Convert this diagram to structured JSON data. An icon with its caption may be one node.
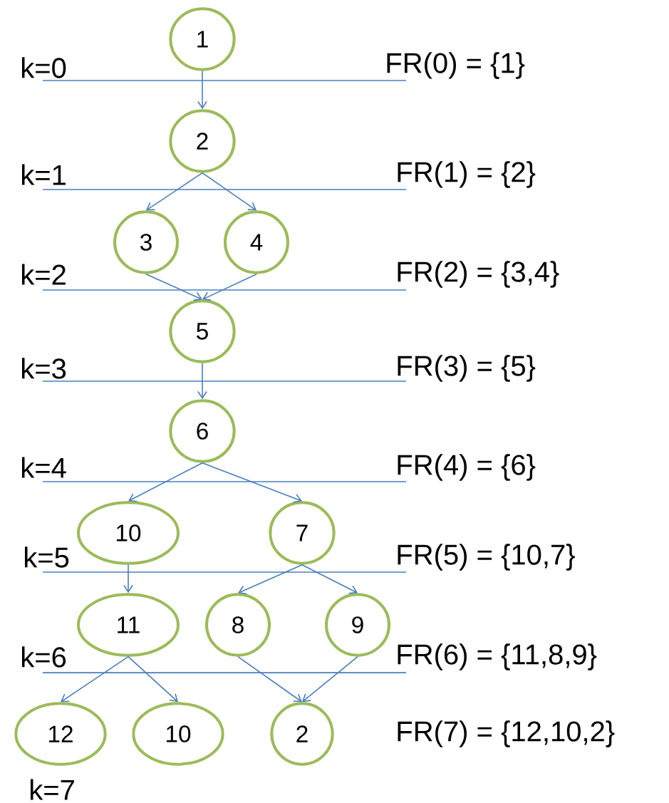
{
  "diagram": {
    "nodes": [
      {
        "text": [
          "1"
        ]
      },
      {
        "text": [
          "2"
        ]
      },
      {
        "text": [
          "3"
        ]
      },
      {
        "text": [
          "4"
        ]
      },
      {
        "text": [
          "5"
        ]
      },
      {
        "text": [
          "6"
        ]
      },
      {
        "text": [
          "10"
        ]
      },
      {
        "text": [
          "7"
        ]
      },
      {
        "text": [
          "11"
        ]
      },
      {
        "text": [
          "8"
        ]
      },
      {
        "text": [
          "9"
        ]
      },
      {
        "text": [
          "12"
        ]
      },
      {
        "text": [
          "10"
        ]
      },
      {
        "text": [
          "2"
        ]
      }
    ],
    "edges": [
      {
        "from": 0,
        "to": 1,
        "arrow": "to"
      },
      {
        "from": 1,
        "to": 2,
        "arrow": "to"
      },
      {
        "from": 1,
        "to": 3,
        "arrow": "to"
      },
      {
        "from": 2,
        "to": 4,
        "arrow": "to"
      },
      {
        "from": 3,
        "to": 4,
        "arrow": "to"
      },
      {
        "from": 4,
        "to": 5,
        "arrow": "to"
      },
      {
        "from": 5,
        "to": 6,
        "arrow": "to"
      },
      {
        "from": 5,
        "to": 7,
        "arrow": "to"
      },
      {
        "from": 6,
        "to": 8,
        "arrow": "to"
      },
      {
        "from": 7,
        "to": 9,
        "arrow": "to"
      },
      {
        "from": 7,
        "to": 10,
        "arrow": "to"
      },
      {
        "from": 8,
        "to": 11,
        "arrow": "to"
      },
      {
        "from": 8,
        "to": 12,
        "arrow": "to"
      },
      {
        "from": 9,
        "to": 13,
        "arrow": "to"
      },
      {
        "from": 10,
        "to": 13,
        "arrow": "to"
      }
    ],
    "labels": [
      "k=0",
      "FR(0) = {1}",
      "k=1",
      "FR(1) = {2}",
      "k=2",
      "FR(2) = {3,4}",
      "k=3",
      "FR(3) = {5}",
      "k=4",
      "FR(4) = {6}",
      "k=5",
      "FR(5) = {10,7}",
      "k=6",
      "FR(6) = {11,8,9}",
      "FR(7) = {12,10,2}",
      "k=7"
    ]
  }
}
